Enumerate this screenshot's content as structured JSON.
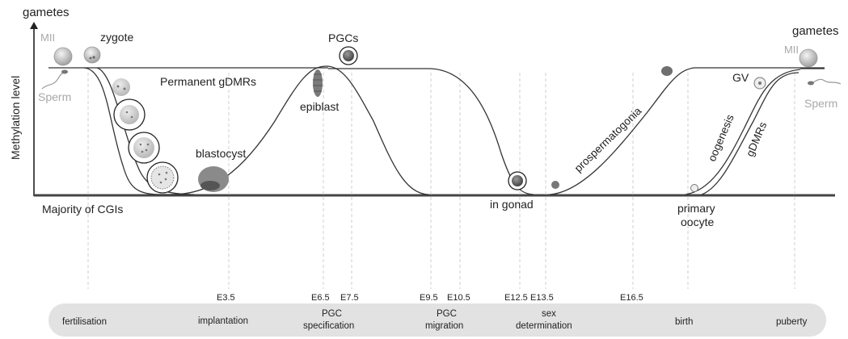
{
  "y_axis": {
    "label": "Methylation level",
    "top_label": "gametes"
  },
  "left_gametes": {
    "egg": "MII",
    "sperm": "Sperm"
  },
  "right_gametes": {
    "title": "gametes",
    "egg": "MII",
    "sperm": "Sperm"
  },
  "curves": {
    "permanent": "Permanent gDMRs",
    "majority": "Majority of CGIs"
  },
  "labels": {
    "zygote": "zygote",
    "blastocyst": "blastocyst",
    "pgcs": "PGCs",
    "epiblast": "epiblast",
    "in_gonad": "in gonad",
    "prospermatogonia": "prospermatogonia",
    "gv": "GV",
    "oogenesis": "oogenesis",
    "gdmrs": "gDMRs",
    "primary_oocyte_1": "primary",
    "primary_oocyte_2": "oocyte"
  },
  "timepoints": [
    "E3.5",
    "E6.5",
    "E7.5",
    "E9.5",
    "E10.5",
    "E12.5",
    "E13.5",
    "E16.5"
  ],
  "stages": {
    "fertilisation": [
      "fertilisation"
    ],
    "implantation": [
      "implantation"
    ],
    "pgc_specification": [
      "PGC",
      "specification"
    ],
    "pgc_migration": [
      "PGC",
      "migration"
    ],
    "sex_determination": [
      "sex",
      "determination"
    ],
    "birth": [
      "birth"
    ],
    "puberty": [
      "puberty"
    ]
  }
}
